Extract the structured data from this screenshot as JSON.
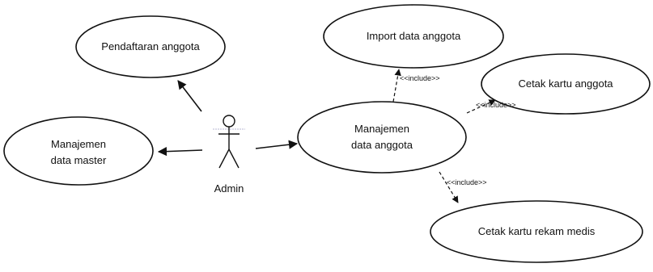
{
  "actor": {
    "name": "Admin"
  },
  "use_cases": {
    "pendaftaran": {
      "lines": [
        "Pendaftaran anggota"
      ]
    },
    "manajemen_master": {
      "lines": [
        "Manajemen",
        "data master"
      ]
    },
    "import": {
      "lines": [
        "Import data anggota"
      ]
    },
    "cetak_kartu": {
      "lines": [
        "Cetak kartu anggota"
      ]
    },
    "manajemen_anggota": {
      "lines": [
        "Manajemen",
        "data anggota"
      ]
    },
    "cetak_rekam": {
      "lines": [
        "Cetak kartu rekam medis"
      ]
    }
  },
  "relations": {
    "import_include": "<<include>>",
    "cetak_kartu_include": "<<include>>",
    "cetak_rekam_include": "<<include>>"
  }
}
